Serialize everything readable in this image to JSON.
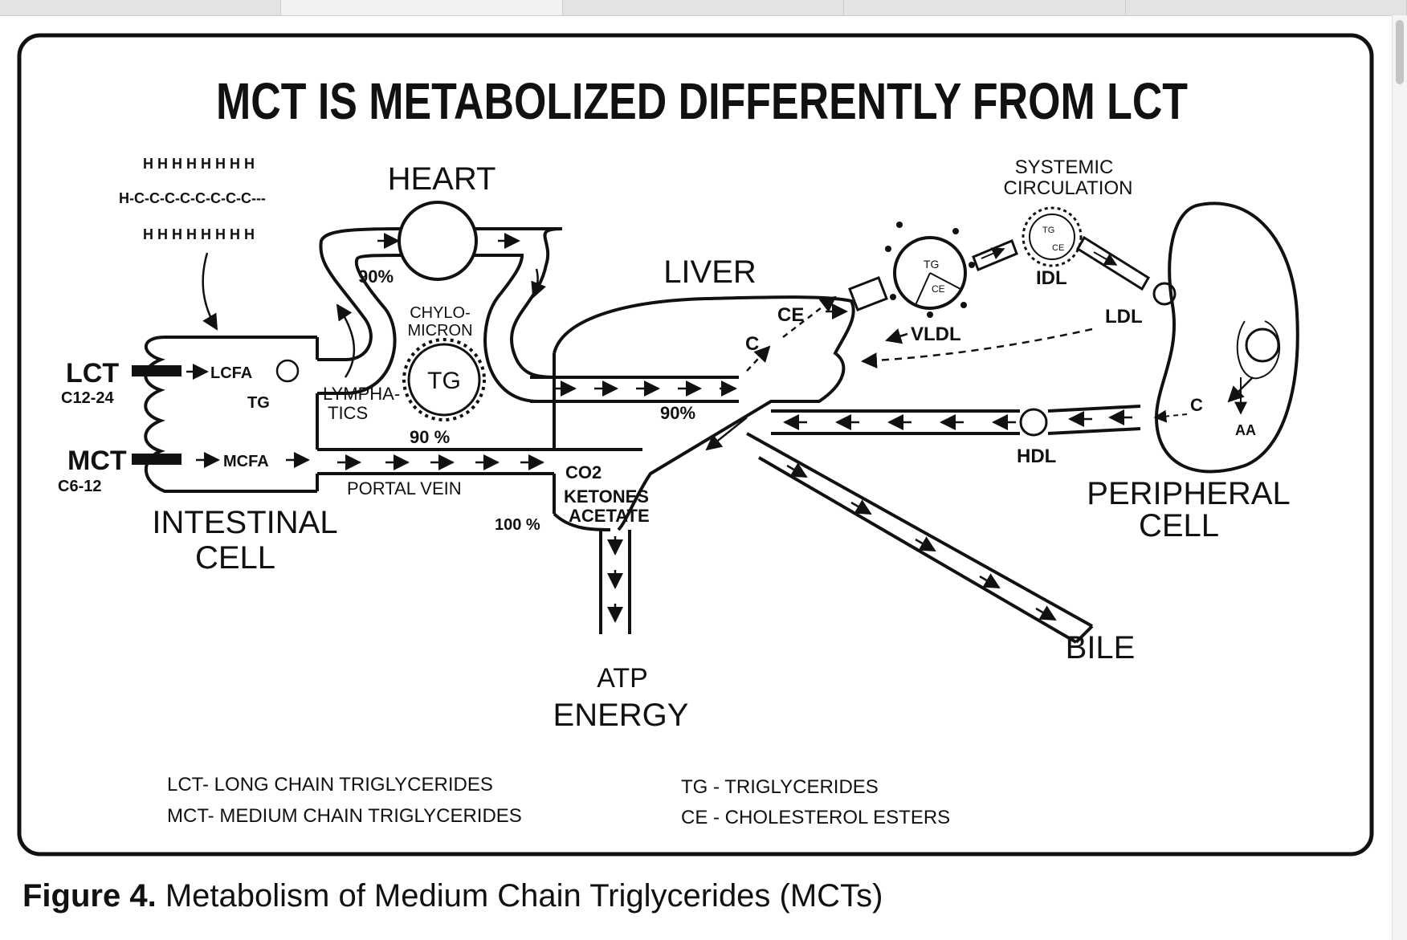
{
  "figure": {
    "title": "MCT IS METABOLIZED DIFFERENTLY FROM LCT",
    "structure": {
      "h_top": "H H H H H H H H",
      "chain": "H-C-C-C-C-C-C-C-C---",
      "h_bottom": "H H H H H H H H"
    },
    "labels": {
      "heart": "HEART",
      "liver": "LIVER",
      "systemic_1": "SYSTEMIC",
      "systemic_2": "CIRCULATION",
      "pct_90_top": "90%",
      "chylo_1": "CHYLO-",
      "chylo_2": "MICRON",
      "tg": "TG",
      "pct_90_chylo": "90 %",
      "lympha_1": "LYMPHA-",
      "lympha_2": "TICS",
      "lct": "LCT",
      "lct_range": "C12-24",
      "mct": "MCT",
      "mct_range": "C6-12",
      "lcfa": "LCFA",
      "tg_small": "TG",
      "mcfa": "MCFA",
      "portal_vein": "PORTAL VEIN",
      "intestinal_1": "INTESTINAL",
      "intestinal_2": "CELL",
      "pct_100": "100 %",
      "co2": "CO2",
      "ketones": "KETONES",
      "acetate": "ACETATE",
      "atp": "ATP",
      "energy": "ENERGY",
      "pct_90_liver": "90%",
      "ce": "CE",
      "c_liver": "C",
      "vldl": "VLDL",
      "idl": "IDL",
      "ldl": "LDL",
      "hdl": "HDL",
      "c_periph": "C",
      "aa": "AA",
      "peripheral_1": "PERIPHERAL",
      "peripheral_2": "CELL",
      "bile": "BILE",
      "tg_in": "TG",
      "ce_in": "CE"
    },
    "legend": {
      "lct": "LCT- LONG CHAIN TRIGLYCERIDES",
      "mct": "MCT- MEDIUM CHAIN TRIGLYCERIDES",
      "tg": "TG - TRIGLYCERIDES",
      "ce": "CE - CHOLESTEROL ESTERS"
    }
  },
  "caption": {
    "prefix": "Figure 4.",
    "text": " Metabolism of Medium Chain Triglycerides (MCTs)"
  }
}
